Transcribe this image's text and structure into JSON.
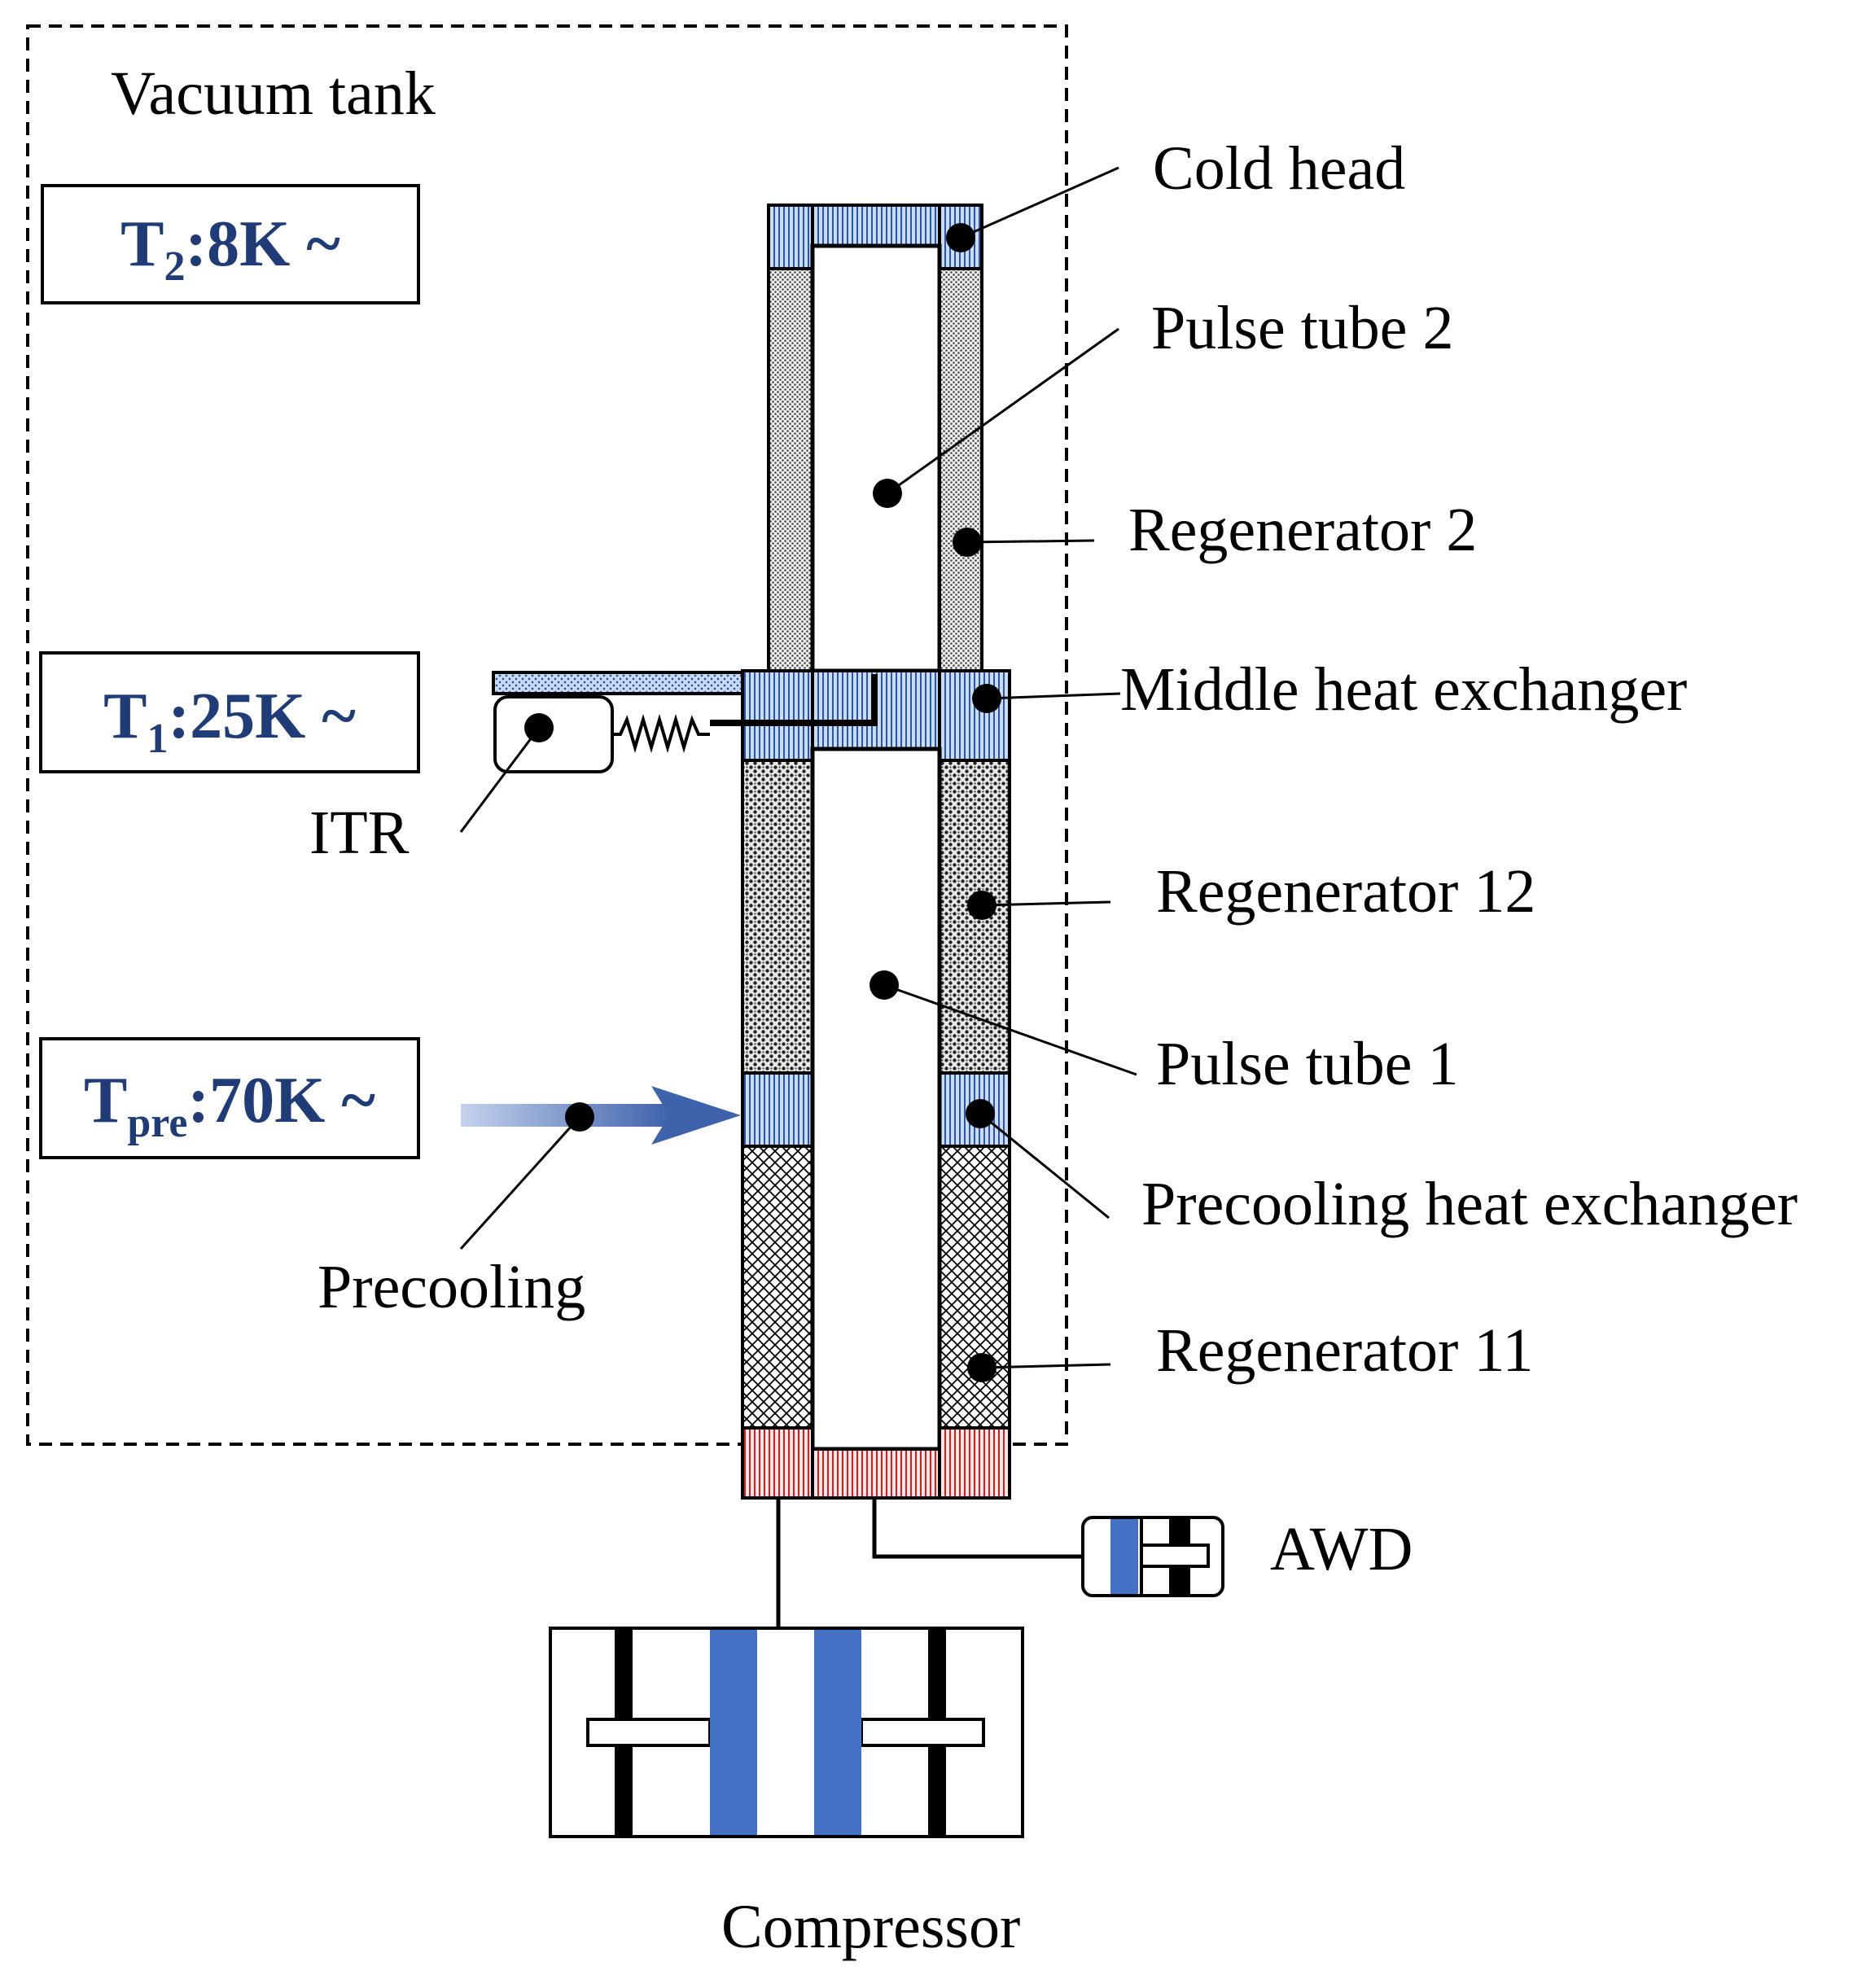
{
  "vacuum_tank": {
    "label": "Vacuum tank"
  },
  "temperatures": {
    "t2": {
      "symbol": "T",
      "sub": "2",
      "value": ":8K ~"
    },
    "t1": {
      "symbol": "T",
      "sub": "1",
      "value": ":25K ~"
    },
    "tpre": {
      "symbol": "T",
      "sub": "pre",
      "value": ":70K ~"
    }
  },
  "labels": {
    "cold_head": "Cold head",
    "pulse_tube_2": "Pulse tube 2",
    "regenerator_2": "Regenerator 2",
    "middle_hx": "Middle heat exchanger",
    "regenerator_12": "Regenerator 12",
    "pulse_tube_1": "Pulse tube 1",
    "precooling_hx": "Precooling heat exchanger",
    "regenerator_11": "Regenerator 11",
    "itr": "ITR",
    "precooling": "Precooling",
    "awd": "AWD",
    "compressor": "Compressor"
  },
  "colors": {
    "hx_blue": "#c9dcf2",
    "hx_hatch": "#2a55a8",
    "hot_red": "#ffe6e6",
    "hot_hatch": "#d02020",
    "piston_blue": "#4472c4",
    "temp_text": "#1f3c78",
    "arrow_blue": "#4a6fb5"
  }
}
